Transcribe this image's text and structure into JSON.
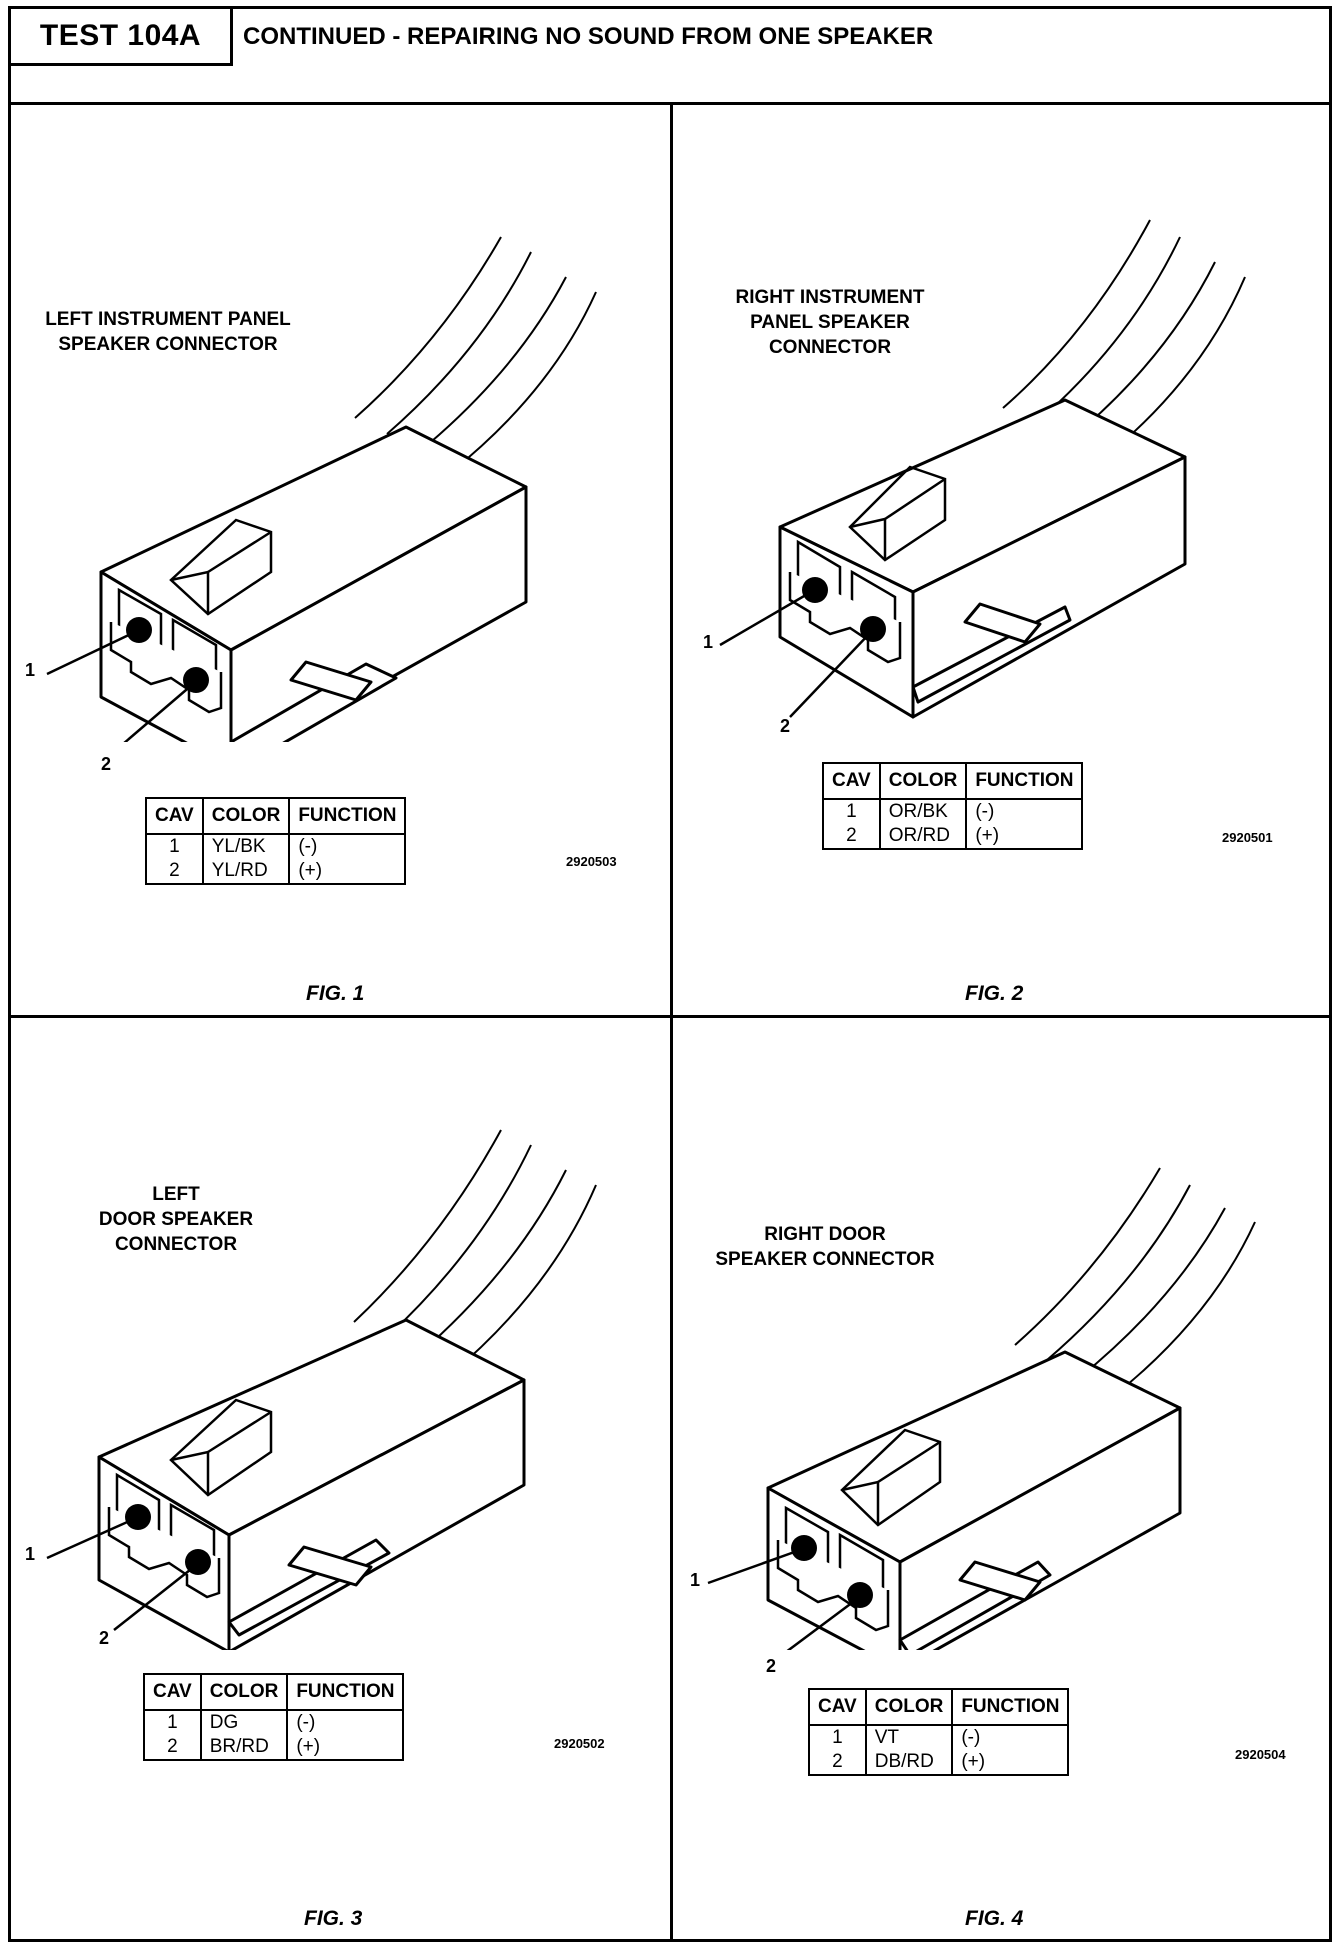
{
  "header": {
    "test_id": "TEST 104A",
    "title": "CONTINUED - REPAIRING NO SOUND FROM ONE SPEAKER"
  },
  "figures": [
    {
      "label": "LEFT INSTRUMENT PANEL\nSPEAKER CONNECTOR",
      "callout_1": "1",
      "callout_2": "2",
      "table": {
        "headers": [
          "CAV",
          "COLOR",
          "FUNCTION"
        ],
        "rows": [
          [
            "1",
            "YL/BK",
            "(-)"
          ],
          [
            "2",
            "YL/RD",
            "(+)"
          ]
        ]
      },
      "code": "2920503",
      "caption": "FIG. 1"
    },
    {
      "label": "RIGHT INSTRUMENT\nPANEL SPEAKER\nCONNECTOR",
      "callout_1": "1",
      "callout_2": "2",
      "table": {
        "headers": [
          "CAV",
          "COLOR",
          "FUNCTION"
        ],
        "rows": [
          [
            "1",
            "OR/BK",
            "(-)"
          ],
          [
            "2",
            "OR/RD",
            "(+)"
          ]
        ]
      },
      "code": "2920501",
      "caption": "FIG. 2"
    },
    {
      "label": "LEFT\nDOOR SPEAKER\nCONNECTOR",
      "callout_1": "1",
      "callout_2": "2",
      "table": {
        "headers": [
          "CAV",
          "COLOR",
          "FUNCTION"
        ],
        "rows": [
          [
            "1",
            "DG",
            "(-)"
          ],
          [
            "2",
            "BR/RD",
            "(+)"
          ]
        ]
      },
      "code": "2920502",
      "caption": "FIG. 3"
    },
    {
      "label": "RIGHT DOOR\nSPEAKER CONNECTOR",
      "callout_1": "1",
      "callout_2": "2",
      "table": {
        "headers": [
          "CAV",
          "COLOR",
          "FUNCTION"
        ],
        "rows": [
          [
            "1",
            "VT",
            "(-)"
          ],
          [
            "2",
            "DB/RD",
            "(+)"
          ]
        ]
      },
      "code": "2920504",
      "caption": "FIG. 4"
    }
  ]
}
